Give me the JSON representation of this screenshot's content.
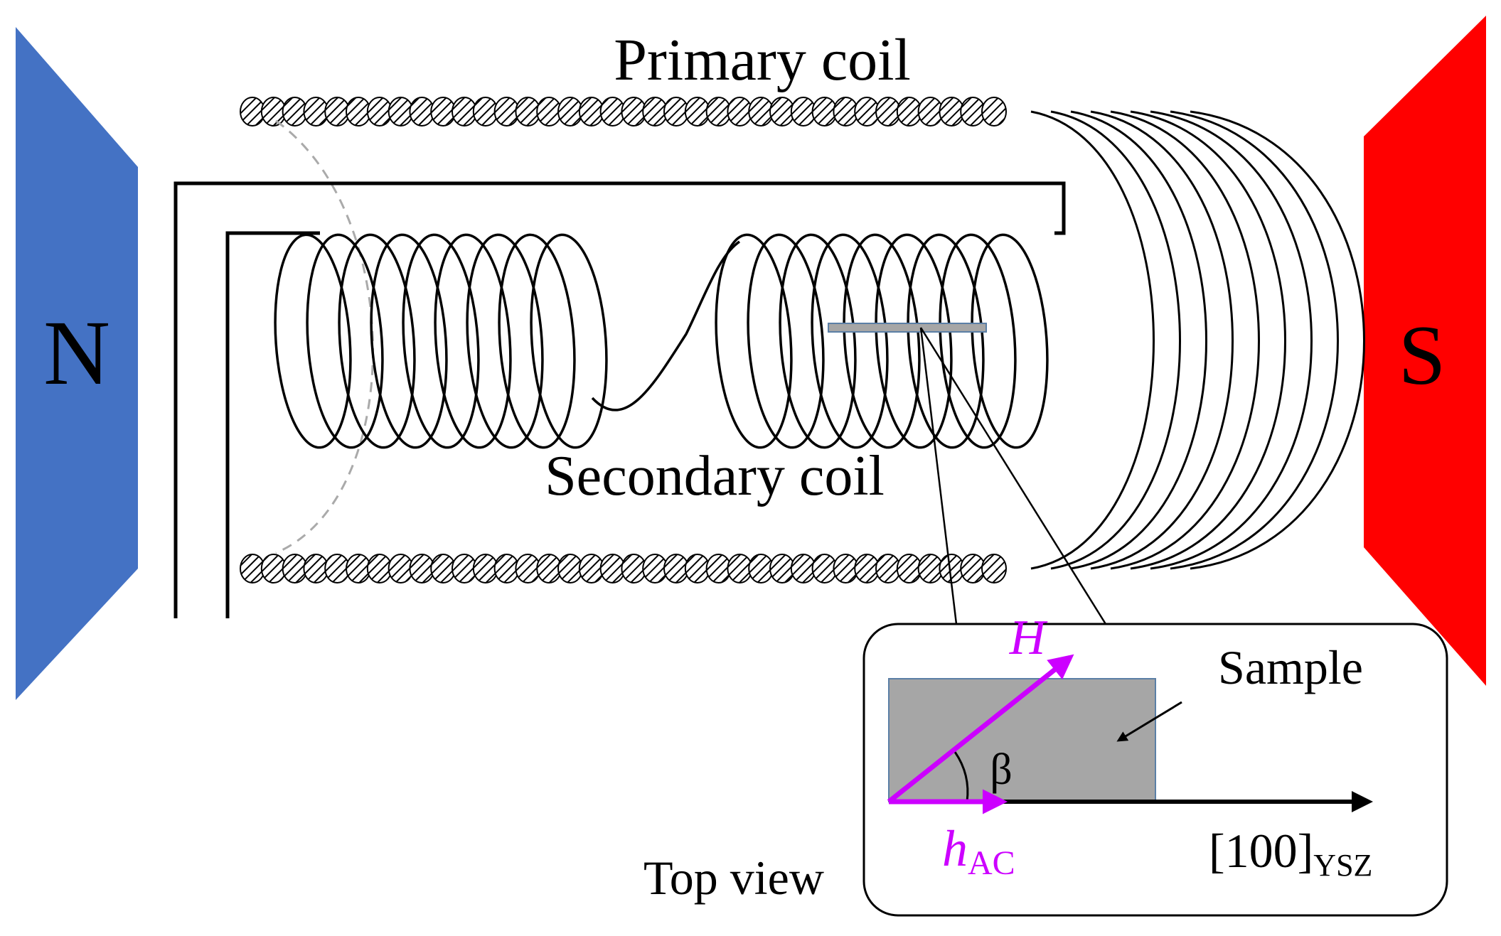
{
  "labels": {
    "primary_coil": "Primary coil",
    "secondary_coil": "Secondary coil",
    "pole_north": "N",
    "pole_south": "S",
    "sample": "Sample",
    "top_view": "Top view",
    "field_H": "H",
    "field_hac_main": "h",
    "field_hac_sub": "AC",
    "angle": "β",
    "direction_main": "[100]",
    "direction_sub": "YSZ"
  },
  "colors": {
    "north_pole": "#4472C4",
    "south_pole": "#FF0000",
    "field_vectors": "#CC00FF",
    "sample_fill": "#A6A6A6",
    "sample_edge": "#5B7FA6",
    "wire": "#000000",
    "dashed_guide": "#AAAAAA"
  }
}
